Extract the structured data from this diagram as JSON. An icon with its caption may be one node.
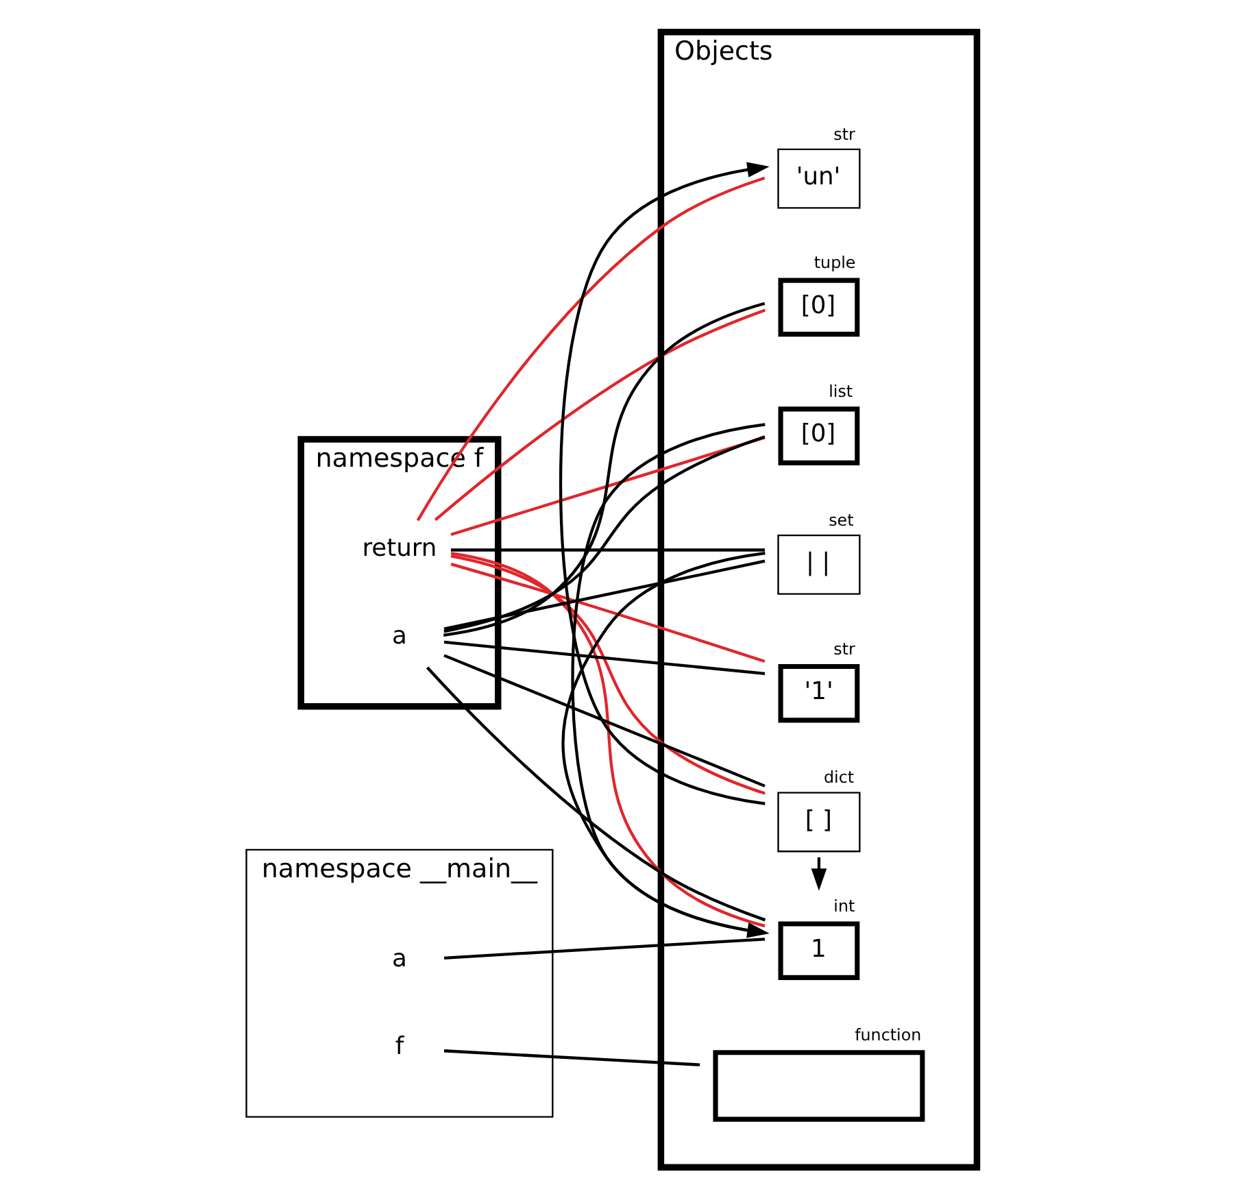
{
  "diagram": {
    "nodes": [
      {
        "text": [
          "namespace f"
        ]
      },
      {
        "text": [
          "a"
        ],
        "in": 0
      },
      {
        "text": [
          "return"
        ],
        "in": 0
      },
      {
        "text": [
          "namespace __main__"
        ]
      },
      {
        "text": [
          "f"
        ],
        "in": 3
      },
      {
        "text": [
          "a"
        ],
        "in": 3
      },
      {
        "text": [
          "Objects"
        ]
      },
      {
        "text": [
          "int",
          "1"
        ],
        "in": 6
      },
      {
        "text": [
          "str",
          "'1'"
        ],
        "in": 6
      },
      {
        "text": [
          "list",
          "[0]"
        ],
        "in": 6
      },
      {
        "text": [
          "tuple",
          "[0]"
        ],
        "in": 6
      },
      {
        "text": [
          "dict",
          "[ ]"
        ],
        "in": 6
      },
      {
        "text": [
          "str",
          "'un'"
        ],
        "in": 6
      },
      {
        "text": [
          "set",
          "| |"
        ],
        "in": 6
      },
      {
        "text": [
          "function"
        ],
        "in": 6
      }
    ],
    "edges": [
      {
        "from": 1,
        "to": 7,
        "arrow": "none"
      },
      {
        "from": 1,
        "to": 8,
        "arrow": "none"
      },
      {
        "from": 1,
        "to": 9,
        "arrow": "none"
      },
      {
        "from": 1,
        "to": 10,
        "arrow": "none"
      },
      {
        "from": 1,
        "to": 11,
        "arrow": "none"
      },
      {
        "from": 1,
        "to": 13,
        "arrow": "none"
      },
      {
        "from": 2,
        "to": 7,
        "arrow": "none",
        "color": "#e0262b"
      },
      {
        "from": 2,
        "to": 8,
        "arrow": "none",
        "color": "#e0262b"
      },
      {
        "from": 2,
        "to": 9,
        "arrow": "none",
        "color": "#e0262b"
      },
      {
        "from": 2,
        "to": 10,
        "arrow": "none",
        "color": "#e0262b"
      },
      {
        "from": 2,
        "to": 11,
        "arrow": "none",
        "color": "#e0262b"
      },
      {
        "from": 2,
        "to": 12,
        "arrow": "none",
        "color": "#e0262b"
      },
      {
        "from": 2,
        "to": 13,
        "arrow": "none"
      },
      {
        "from": 5,
        "to": 7,
        "arrow": "none"
      },
      {
        "from": 4,
        "to": 14,
        "arrow": "none"
      },
      {
        "from": 9,
        "to": 7,
        "arrow": "none"
      },
      {
        "from": 11,
        "to": 7,
        "arrow": "to"
      },
      {
        "from": 13,
        "to": 7,
        "arrow": "to"
      },
      {
        "from": 11,
        "to": 12,
        "arrow": "to"
      }
    ]
  }
}
